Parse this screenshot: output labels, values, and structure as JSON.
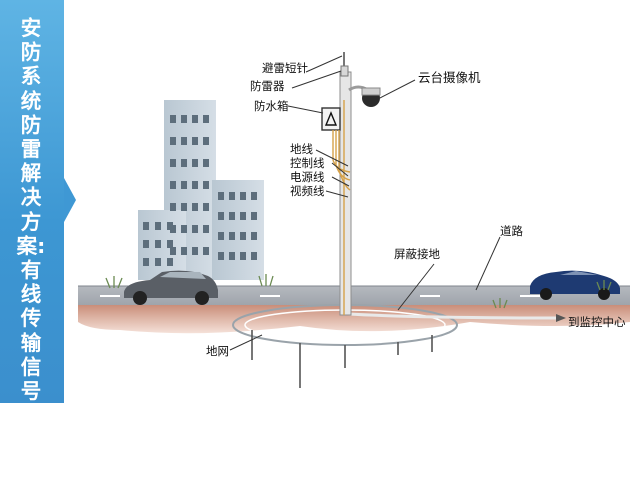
{
  "title": "安防系统防雷解决方案:有线传输信号监控系统",
  "labels": {
    "lightning_rod": "避雷短针",
    "surge_protector": "防雷器",
    "waterproof_box": "防水箱",
    "ptz_camera": "云台摄像机",
    "ground_wire": "地线",
    "control_wire": "控制线",
    "power_wire": "电源线",
    "video_wire": "视频线",
    "shield_ground": "屏蔽接地",
    "road": "道路",
    "to_monitor_center": "到监控中心",
    "ground_grid": "地网"
  }
}
